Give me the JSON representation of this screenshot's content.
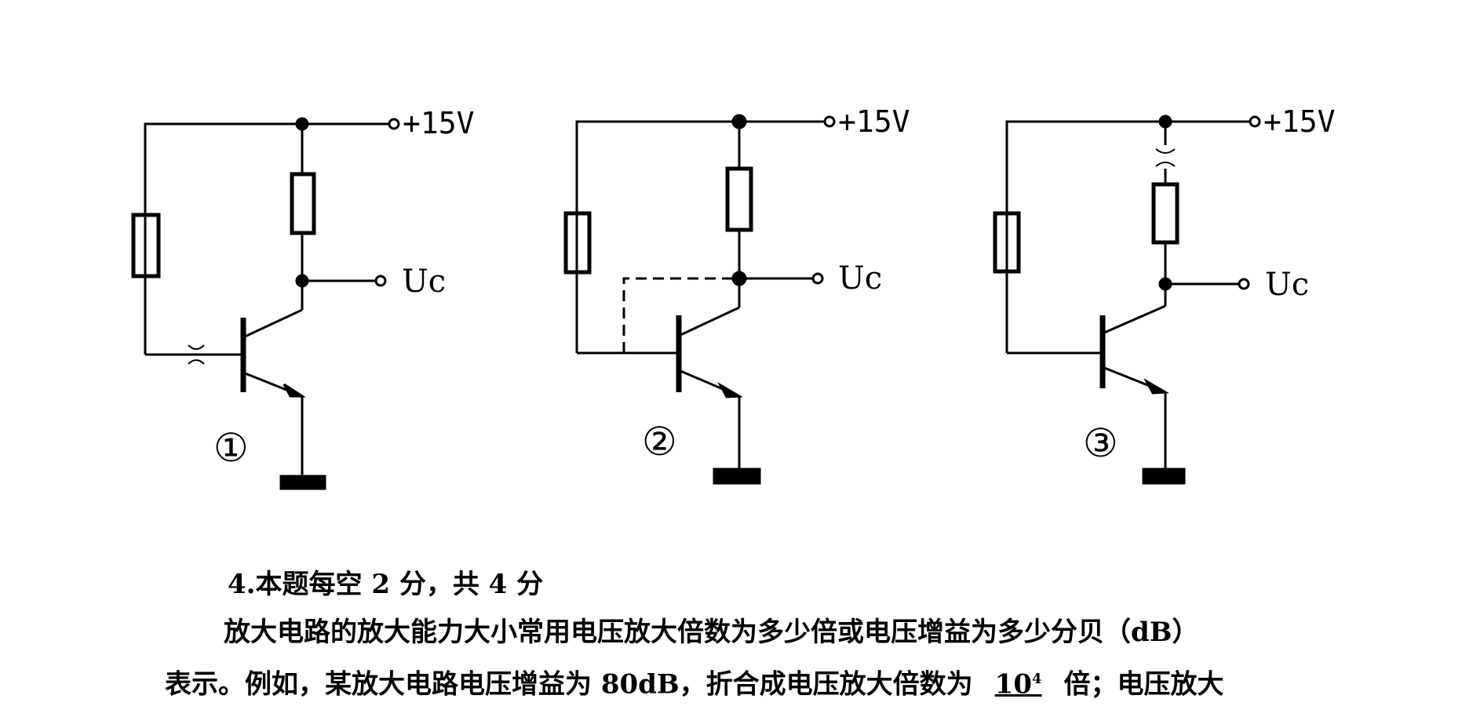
{
  "circuits": [
    {
      "supply_label": "+15V",
      "output_label": "Uc",
      "number": "①"
    },
    {
      "supply_label": "+15V",
      "output_label": "Uc",
      "number": "②"
    },
    {
      "supply_label": "+15V",
      "output_label": "Uc",
      "number": "③"
    }
  ],
  "question": {
    "heading": "4.本题每空 2 分，共 4 分",
    "line1": "放大电路的放大能力大小常用电压放大倍数为多少倍或电压增益为多少分贝（dB）",
    "line2_prefix": "表示。例如，某放大电路电压增益为 80dB，折合成电压放大倍数为",
    "answer_base": "10",
    "answer_exp": "4",
    "line2_suffix": "倍；电压放大"
  }
}
